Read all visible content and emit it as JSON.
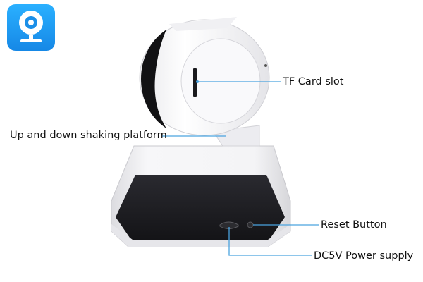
{
  "labels": {
    "tf_card_slot": "TF Card slot",
    "platform": "Up and down shaking platform",
    "reset_button": "Reset Button",
    "power_supply": "DC5V Power supply"
  },
  "app_icon": {
    "icon": "camera-app-icon",
    "color": "#1e9bf0"
  },
  "colors": {
    "leader_line": "#4aa3df",
    "body": "#f4f4f6",
    "panel": "#1b1b1f"
  }
}
